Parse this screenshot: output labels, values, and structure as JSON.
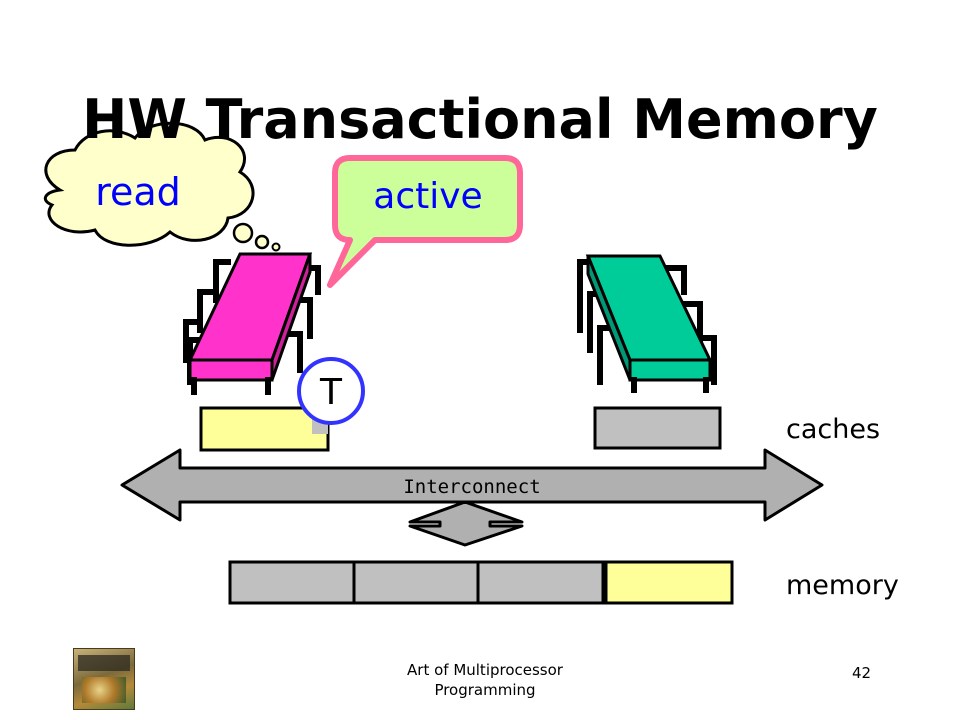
{
  "slide": {
    "title": "HW Transactional Memory",
    "thought_text": "read",
    "speech_text": "active",
    "t_marker": "T",
    "interconnect_label": "Interconnect",
    "caches_label": "caches",
    "memory_label": "memory",
    "footer_text_line1": "Art of Multiprocessor",
    "footer_text_line2": "Programming",
    "page_number": "42"
  },
  "colors": {
    "left_cpu": "#ff33cc",
    "right_cpu": "#00cc99",
    "cache_highlight": "#ffff99",
    "cache_grey": "#c0c0c0",
    "bus_grey": "#b0b0b0",
    "thought_fill": "#ffffcc",
    "speech_fill": "#ccff99",
    "speech_border": "#ff6699",
    "text_blue": "#0000ff",
    "marker_blue": "#3333ff"
  },
  "icons": {
    "left_processor": "processor-chip-icon",
    "right_processor": "processor-chip-icon",
    "book": "book-cover-icon"
  }
}
